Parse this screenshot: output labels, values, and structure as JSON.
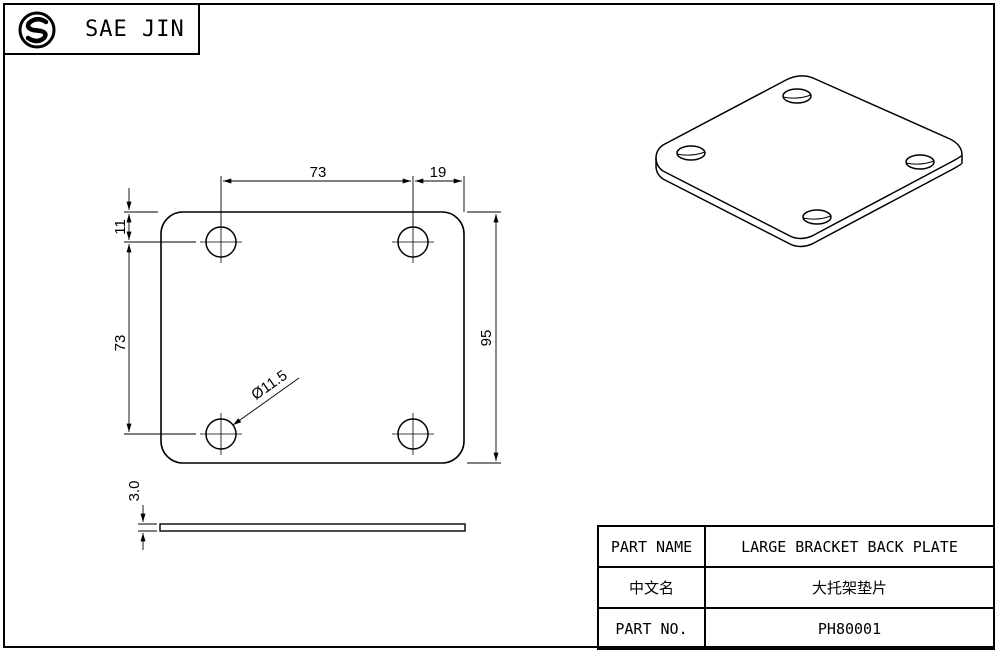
{
  "brand": {
    "name": "SAE JIN",
    "logo_icon": "sae-jin-s-logo-icon"
  },
  "dimensions": {
    "hole_spacing_horizontal": "73",
    "edge_to_hole_horizontal": "19",
    "edge_to_hole_vertical": "11",
    "hole_spacing_vertical": "73",
    "plate_height": "95",
    "hole_diameter": "Ø11.5",
    "thickness": "3.0"
  },
  "title_block": {
    "part_name_label": "PART NAME",
    "part_name_value": "LARGE BRACKET BACK PLATE",
    "chinese_name_label": "中文名",
    "chinese_name_value": "大托架垫片",
    "part_no_label": "PART NO.",
    "part_no_value": "PH80001"
  }
}
